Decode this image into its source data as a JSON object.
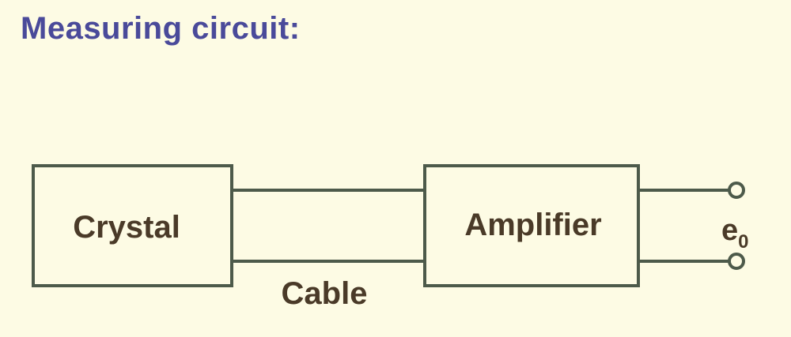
{
  "title": "Measuring circuit:",
  "blocks": {
    "crystal": "Crystal",
    "amplifier": "Amplifier"
  },
  "cable_label": "Cable",
  "output": {
    "symbol": "e",
    "subscript": "0"
  },
  "colors": {
    "background": "#fdfbe4",
    "title": "#4a4a9a",
    "lines": "#4d5a4a",
    "text": "#4a3a28"
  }
}
